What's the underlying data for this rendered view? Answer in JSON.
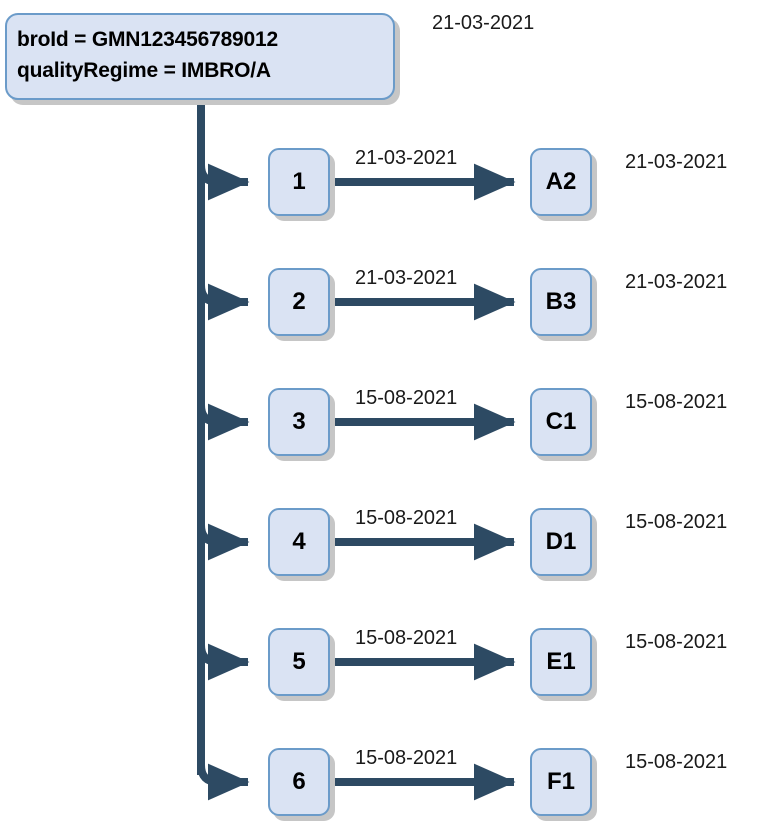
{
  "diagram": {
    "type": "tree-flow-diagram",
    "background_color": "#ffffff",
    "node_fill_color": "#dae3f3",
    "node_border_color": "#6b9bc9",
    "connector_color": "#2d4a63",
    "shadow_color": "#c6c6c6",
    "root": {
      "line1": "broId = GMN123456789012",
      "line2": "qualityRegime = IMBRO/A",
      "date": "21-03-2021"
    },
    "rows": [
      {
        "left_label": "1",
        "edge_date": "21-03-2021",
        "right_label": "A2",
        "right_date": "21-03-2021"
      },
      {
        "left_label": "2",
        "edge_date": "21-03-2021",
        "right_label": "B3",
        "right_date": "21-03-2021"
      },
      {
        "left_label": "3",
        "edge_date": "15-08-2021",
        "right_label": "C1",
        "right_date": "15-08-2021"
      },
      {
        "left_label": "4",
        "edge_date": "15-08-2021",
        "right_label": "D1",
        "right_date": "15-08-2021"
      },
      {
        "left_label": "5",
        "edge_date": "15-08-2021",
        "right_label": "E1",
        "right_date": "15-08-2021"
      },
      {
        "left_label": "6",
        "edge_date": "15-08-2021",
        "right_label": "F1",
        "right_date": "15-08-2021"
      }
    ]
  }
}
